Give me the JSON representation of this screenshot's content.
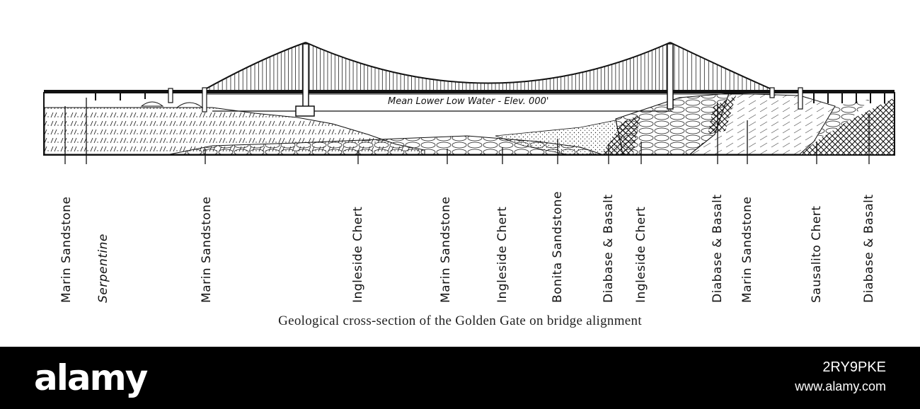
{
  "caption": "Geological cross-section of the Golden Gate on bridge alignment",
  "water_level_label": "Mean Lower Low Water - Elev. 000'",
  "strata_labels": [
    "Marin Sandstone",
    "Serpentine",
    "Marin Sandstone",
    "Ingleside Chert",
    "Marin Sandstone",
    "Ingleside Chert",
    "Bonita Sandstone",
    "Diabase & Basalt",
    "Ingleside Chert",
    "Diabase & Basalt",
    "Marin Sandstone",
    "Sausalito Chert",
    "Diabase & Basalt"
  ],
  "footer": {
    "brand": "alamy",
    "image_id": "2RY9PKE",
    "site": "www.alamy.com"
  },
  "colors": {
    "ink": "#111111",
    "paper": "#ffffff",
    "footer_bg": "#000000"
  }
}
